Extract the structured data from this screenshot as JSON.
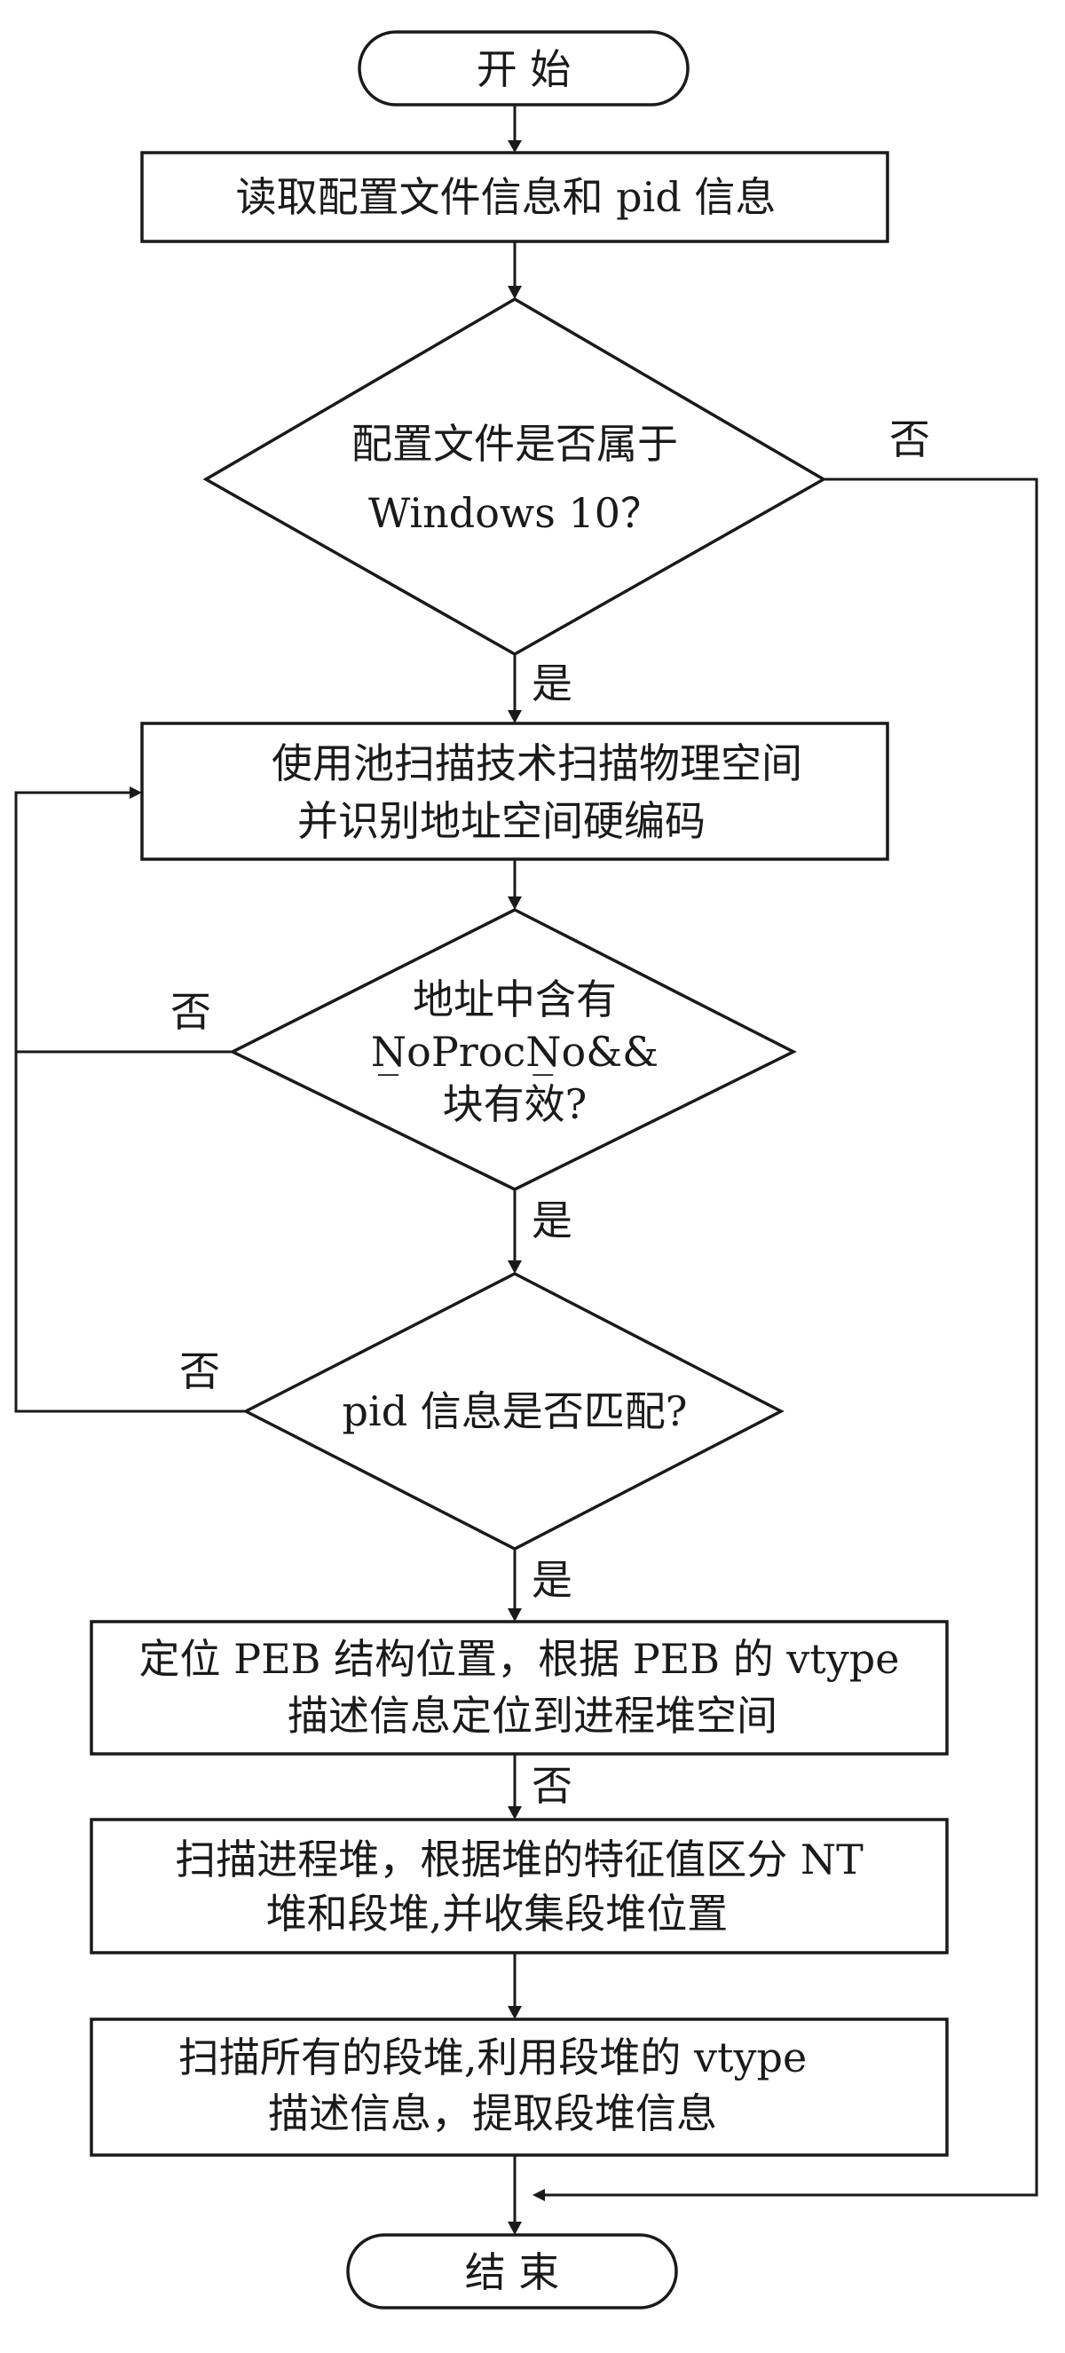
{
  "nodes": {
    "start": {
      "label": "开 始"
    },
    "read_config": {
      "label": "读取配置文件信息和 pid 信息"
    },
    "check_win10": {
      "line1": "配置文件是否属于",
      "line2": "Windows 10？"
    },
    "pool_scan": {
      "line1": "使用池扫描技术扫描物理空间",
      "line2": "并识别地址空间硬编码"
    },
    "check_proc": {
      "line1": "地址中含有",
      "line2": "N̲oProcN̲o&&",
      "line3": "块有效?"
    },
    "check_pid": {
      "label": "pid 信息是否匹配?"
    },
    "locate_peb": {
      "line1": "定位 PEB 结构位置，根据 PEB 的 vtype",
      "line2": "描述信息定位到进程堆空间"
    },
    "scan_heap": {
      "line1": "扫描进程堆，根据堆的特征值区分 NT",
      "line2": "堆和段堆,并收集段堆位置"
    },
    "scan_segments": {
      "line1": "扫描所有的段堆,利用段堆的 vtype",
      "line2": "描述信息，提取段堆信息"
    },
    "end": {
      "label": "结 束"
    }
  },
  "edges": {
    "win10_no": "否",
    "win10_yes": "是",
    "proc_no": "否",
    "proc_yes": "是",
    "pid_no": "否",
    "pid_yes": "是",
    "peb_to_heap": "否"
  }
}
